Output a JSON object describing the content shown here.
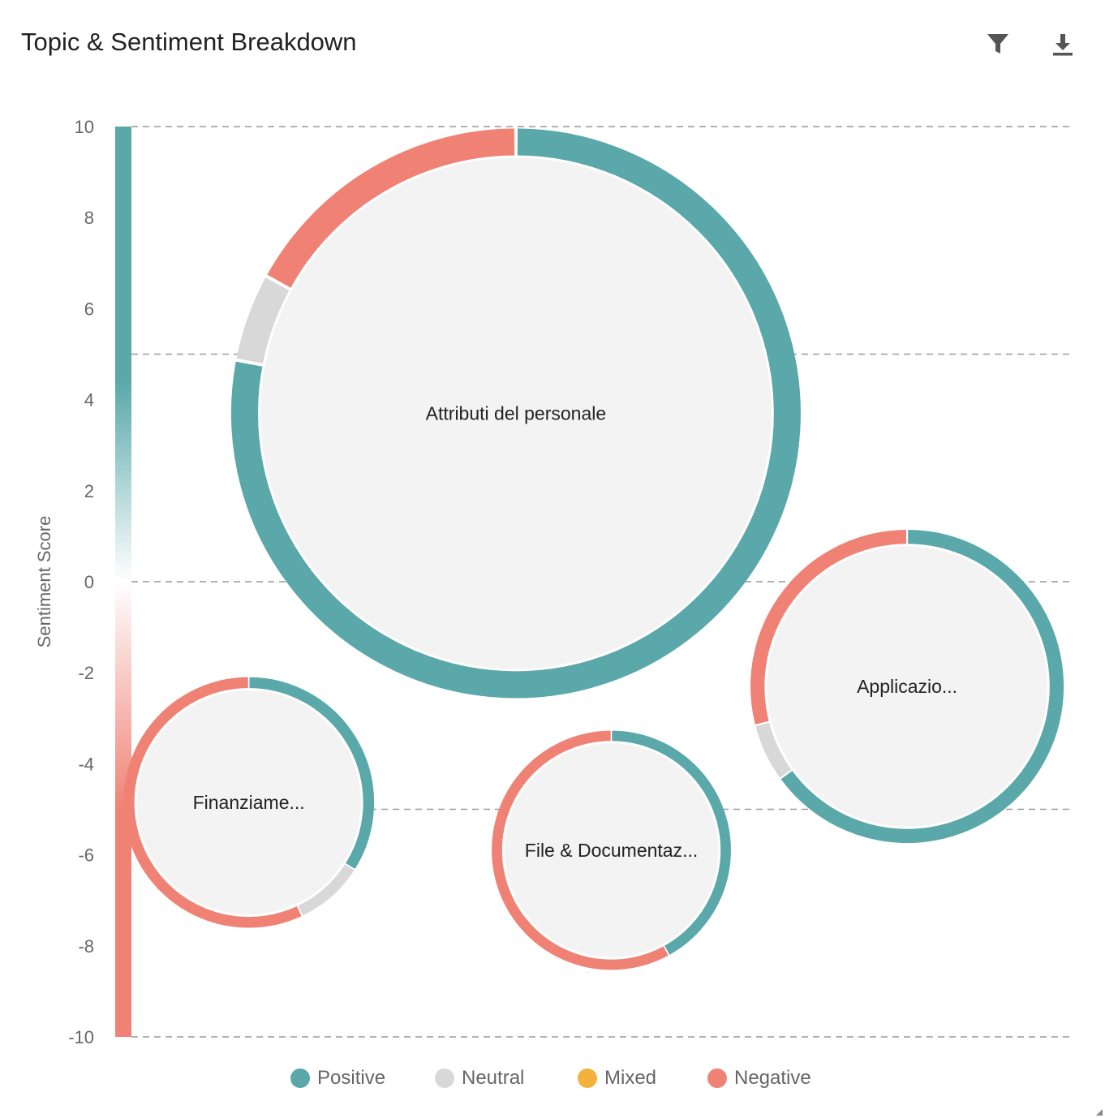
{
  "header": {
    "title": "Topic & Sentiment Breakdown",
    "filter_icon": "filter-icon",
    "download_icon": "download-icon"
  },
  "colors": {
    "positive": "#5aa8aa",
    "neutral": "#d8d8d8",
    "mixed": "#f3b23b",
    "negative": "#f08275",
    "bubble_fill": "#f3f3f3",
    "grid": "#999999"
  },
  "legend": [
    {
      "key": "positive",
      "label": "Positive"
    },
    {
      "key": "neutral",
      "label": "Neutral"
    },
    {
      "key": "mixed",
      "label": "Mixed"
    },
    {
      "key": "negative",
      "label": "Negative"
    }
  ],
  "chart_data": {
    "type": "bubble",
    "ylabel": "Sentiment Score",
    "ylim": [
      -10,
      10
    ],
    "yticks": [
      10,
      8,
      6,
      4,
      2,
      0,
      -2,
      -4,
      -6,
      -8,
      -10
    ],
    "gridlines": [
      10,
      5,
      0,
      -5,
      -10
    ],
    "legend_position": "bottom",
    "bubbles": [
      {
        "label": "Attributi del personale",
        "x": 0.42,
        "y": 3.7,
        "size": 1.0,
        "positive": 0.78,
        "neutral": 0.05,
        "mixed": 0,
        "negative": 0.17
      },
      {
        "label": "Applicazio...",
        "x": 0.83,
        "y": -2.3,
        "size": 0.55,
        "positive": 0.65,
        "neutral": 0.06,
        "mixed": 0,
        "negative": 0.29
      },
      {
        "label": "Finanziame...",
        "x": 0.14,
        "y": -4.85,
        "size": 0.44,
        "positive": 0.34,
        "neutral": 0.09,
        "mixed": 0,
        "negative": 0.57
      },
      {
        "label": "File & Documentaz...",
        "x": 0.52,
        "y": -5.9,
        "size": 0.42,
        "positive": 0.42,
        "neutral": 0,
        "mixed": 0,
        "negative": 0.58
      }
    ]
  }
}
